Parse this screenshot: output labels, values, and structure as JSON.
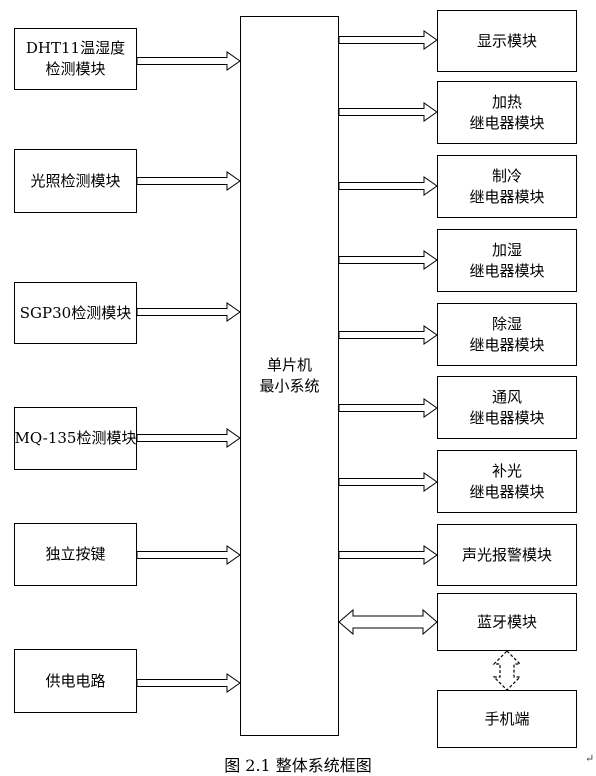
{
  "inputs": [
    {
      "lines": [
        "DHT11温湿度",
        "检测模块"
      ]
    },
    {
      "lines": [
        "光照检测模块"
      ]
    },
    {
      "lines": [
        "SGP30检测模块"
      ]
    },
    {
      "lines": [
        "MQ-135检测模块"
      ]
    },
    {
      "lines": [
        "独立按键"
      ]
    },
    {
      "lines": [
        "供电电路"
      ]
    }
  ],
  "mcu": {
    "lines": [
      "单片机",
      "最小系统"
    ]
  },
  "outputs": [
    {
      "lines": [
        "显示模块"
      ]
    },
    {
      "lines": [
        "加热",
        "继电器模块"
      ]
    },
    {
      "lines": [
        "制冷",
        "继电器模块"
      ]
    },
    {
      "lines": [
        "加湿",
        "继电器模块"
      ]
    },
    {
      "lines": [
        "除湿",
        "继电器模块"
      ]
    },
    {
      "lines": [
        "通风",
        "继电器模块"
      ]
    },
    {
      "lines": [
        "补光",
        "继电器模块"
      ]
    },
    {
      "lines": [
        "声光报警模块"
      ]
    },
    {
      "lines": [
        "蓝牙模块"
      ]
    }
  ],
  "phone": {
    "lines": [
      "手机端"
    ]
  },
  "caption": "图 2.1 整体系统框图",
  "paragraph_mark": "↵"
}
